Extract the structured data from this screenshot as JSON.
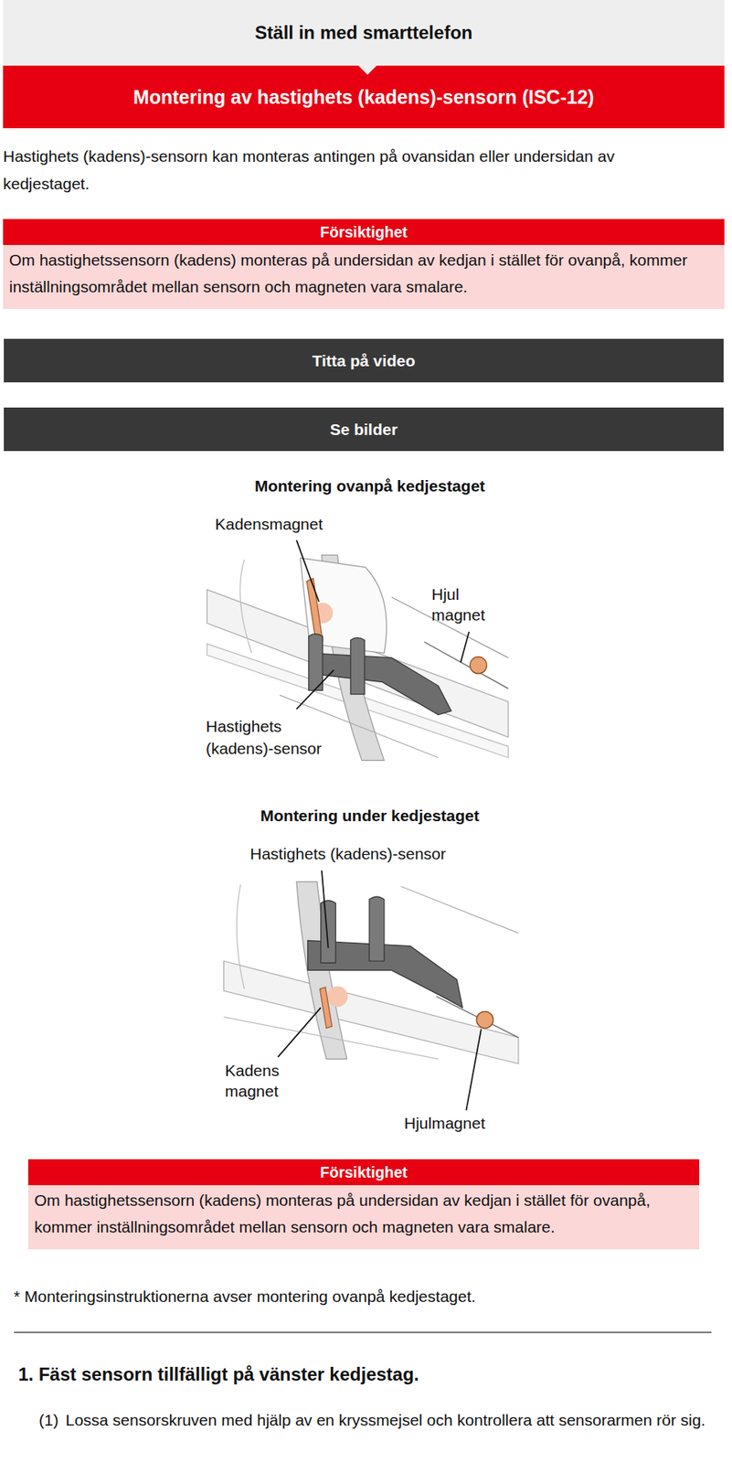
{
  "diagram": {
    "nodes": [
      {
        "text": [
          "Ställ in med smarttelefon"
        ]
      },
      {
        "text": [
          "Montering av hastighets (kadens)-sensorn (ISC-12)"
        ]
      },
      {
        "text": [
          "Försiktighet",
          "Om hastighetssensorn (kadens) monteras på undersidan av kedjan i stället för ovanpå, kommer inställningsområdet mellan sensorn och magneten vara smalare."
        ]
      },
      {
        "text": [
          "Titta på video"
        ]
      },
      {
        "text": [
          "Se bilder"
        ]
      },
      {
        "text": [
          "Försiktighet",
          "Om hastighetssensorn (kadens) monteras på undersidan av kedjan i stället för ovanpå, kommer inställningsområdet mellan sensorn och magneten vara smalare."
        ]
      }
    ],
    "labels": [
      "Hastighets (kadens)-sensorn kan monteras antingen på ovansidan eller undersidan av kedjestaget.",
      "Montering ovanpå kedjestaget",
      "Kadensmagnet",
      "Hjul magnet",
      "Hastighets (kadens)-sensor",
      "Montering under kedjestaget",
      "Hastighets (kadens)-sensor",
      "Kadens magnet",
      "Hjulmagnet",
      "* Monteringsinstruktionerna avser montering ovanpå kedjestaget.",
      "1. Fäst sensorn tillfälligt på vänster kedjestag.",
      "(1)",
      "Lossa sensorskruven med hjälp av en kryssmejsel och kontrollera att sensorarmen rör sig."
    ]
  }
}
